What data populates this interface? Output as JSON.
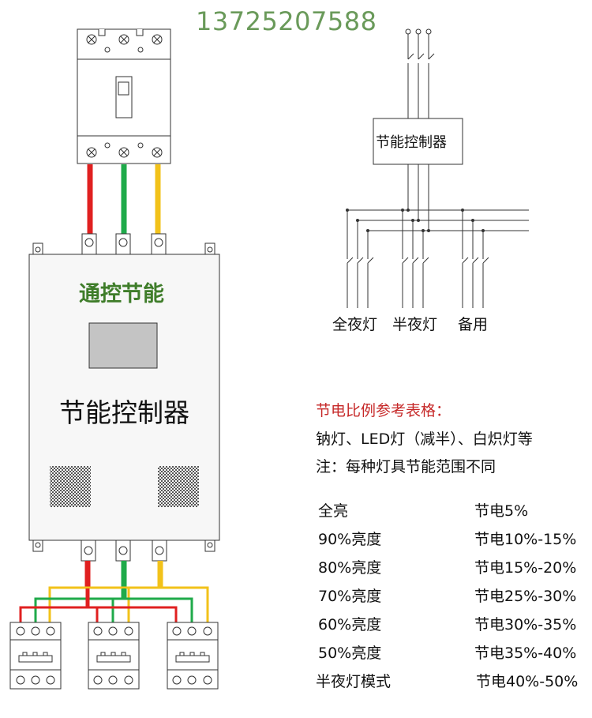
{
  "phone": "13725207588",
  "controller": {
    "brand": "通控节能",
    "title": "节能控制器"
  },
  "schematic": {
    "controller_label": "节能控制器",
    "groups": [
      "全夜灯",
      "半夜灯",
      "备用"
    ]
  },
  "ratio_table": {
    "title": "节电比例参考表格：",
    "lamps_line": "钠灯、LED灯（减半）、白炽灯等",
    "note_line": "注：每种灯具节能范围不同",
    "rows": [
      {
        "level": "全亮",
        "saving": "节电5%"
      },
      {
        "level": "90%亮度",
        "saving": "节电10%-15%"
      },
      {
        "level": "80%亮度",
        "saving": "节电15%-20%"
      },
      {
        "level": "70%亮度",
        "saving": "节电25%-30%"
      },
      {
        "level": "60%亮度",
        "saving": "节电30%-35%"
      },
      {
        "level": "50%亮度",
        "saving": "节电35%-40%"
      },
      {
        "level": "半夜灯模式",
        "saving": "节电40%-50%"
      }
    ]
  },
  "colors": {
    "phase_red": "#e02020",
    "phase_green": "#1faa4a",
    "phase_yellow": "#f2c21a",
    "brand_green": "#3f7d2a",
    "accent_red": "#c62828",
    "screen_gray": "#c4c4c4"
  }
}
